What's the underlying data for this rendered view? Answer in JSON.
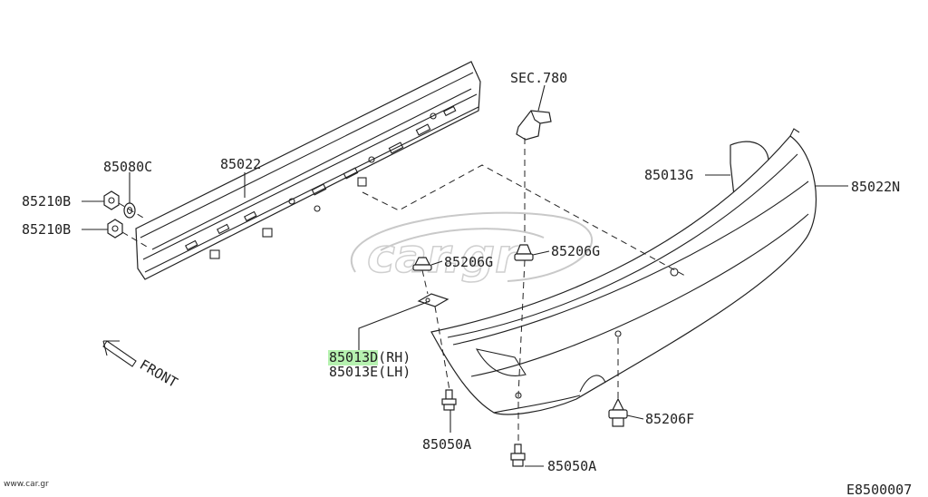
{
  "labels": {
    "sec780": "SEC.780",
    "p85080C": "85080C",
    "p85022": "85022",
    "p85210B_top": "85210B",
    "p85210B_bottom": "85210B",
    "p85013G": "85013G",
    "p85022N": "85022N",
    "p85206G_right": "85206G",
    "p85206G_left": "85206G",
    "p85013_hl": "85013",
    "p85013D_suffix": "D(RH)",
    "p85013E": "85013E(LH)",
    "p85050A_left": "85050A",
    "p85050A_bottom": "85050A",
    "p85206F": "85206F",
    "front": "FRONT",
    "diagram_code": "E8500007",
    "site": "www.car.gr"
  },
  "colors": {
    "highlight": "#b6f2b0",
    "line": "#222222",
    "watermark": "#cfcfcf"
  },
  "icons": [
    "front-arrow-icon",
    "car-gr-watermark-logo"
  ]
}
